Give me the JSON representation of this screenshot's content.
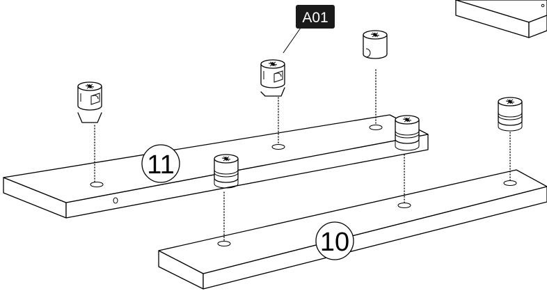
{
  "callouts": {
    "part_11": "11",
    "part_10": "10",
    "hardware_tag": "A01"
  },
  "colors": {
    "line": "#000000",
    "fill": "#ffffff",
    "tag_background": "#1a1a1a"
  },
  "icons": {
    "cam_lock": "cam-lock-fitting-icon",
    "drill_hole": "drill-hole-icon"
  }
}
